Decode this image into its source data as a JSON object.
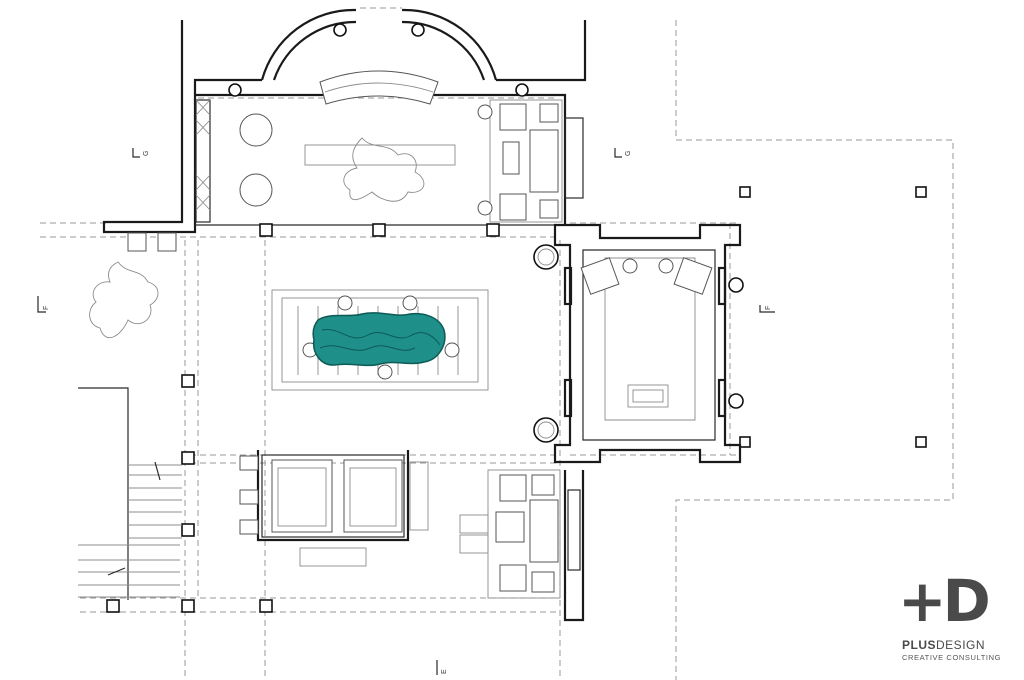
{
  "section_markers": {
    "g_left": "G",
    "g_right": "G",
    "f_left": "F",
    "f_right": "F",
    "e_bottom": "E"
  },
  "logo": {
    "mark": "+D",
    "name_bold": "PLUS",
    "name_rest": "DESIGN",
    "tagline": "CREATIVE CONSULTING"
  },
  "colors": {
    "accent_teal": "#1f8f8a",
    "line": "#1a1a1a",
    "logo_gray": "#4a4a4a"
  }
}
